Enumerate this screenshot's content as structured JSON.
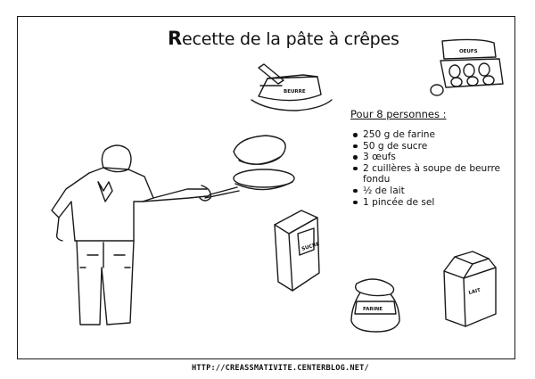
{
  "title": {
    "initial": "R",
    "rest": "ecette de la pâte à crêpes"
  },
  "subtitle": "Pour 8 personnes :",
  "ingredients": [
    "250 g de farine",
    "50 g de sucre",
    "3 œufs",
    "2 cuillères à soupe de beurre fondu",
    "½ de lait",
    "1 pincée de sel"
  ],
  "labels": {
    "beurre": "BEURRE",
    "oeufs": "OEUFS",
    "sucre": "SUCRE",
    "farine": "FARINE",
    "lait": "LAIT"
  },
  "footer": "HTTP://CREASSMATIVITE.CENTERBLOG.NET/",
  "colors": {
    "line": "#1a1a1a",
    "background": "#ffffff"
  },
  "icons": [
    "butter-icon",
    "egg-carton-icon",
    "egg-icon",
    "pan-icon",
    "crepe-icon",
    "person-icon",
    "sugar-box-icon",
    "flour-bag-icon",
    "milk-carton-icon"
  ]
}
